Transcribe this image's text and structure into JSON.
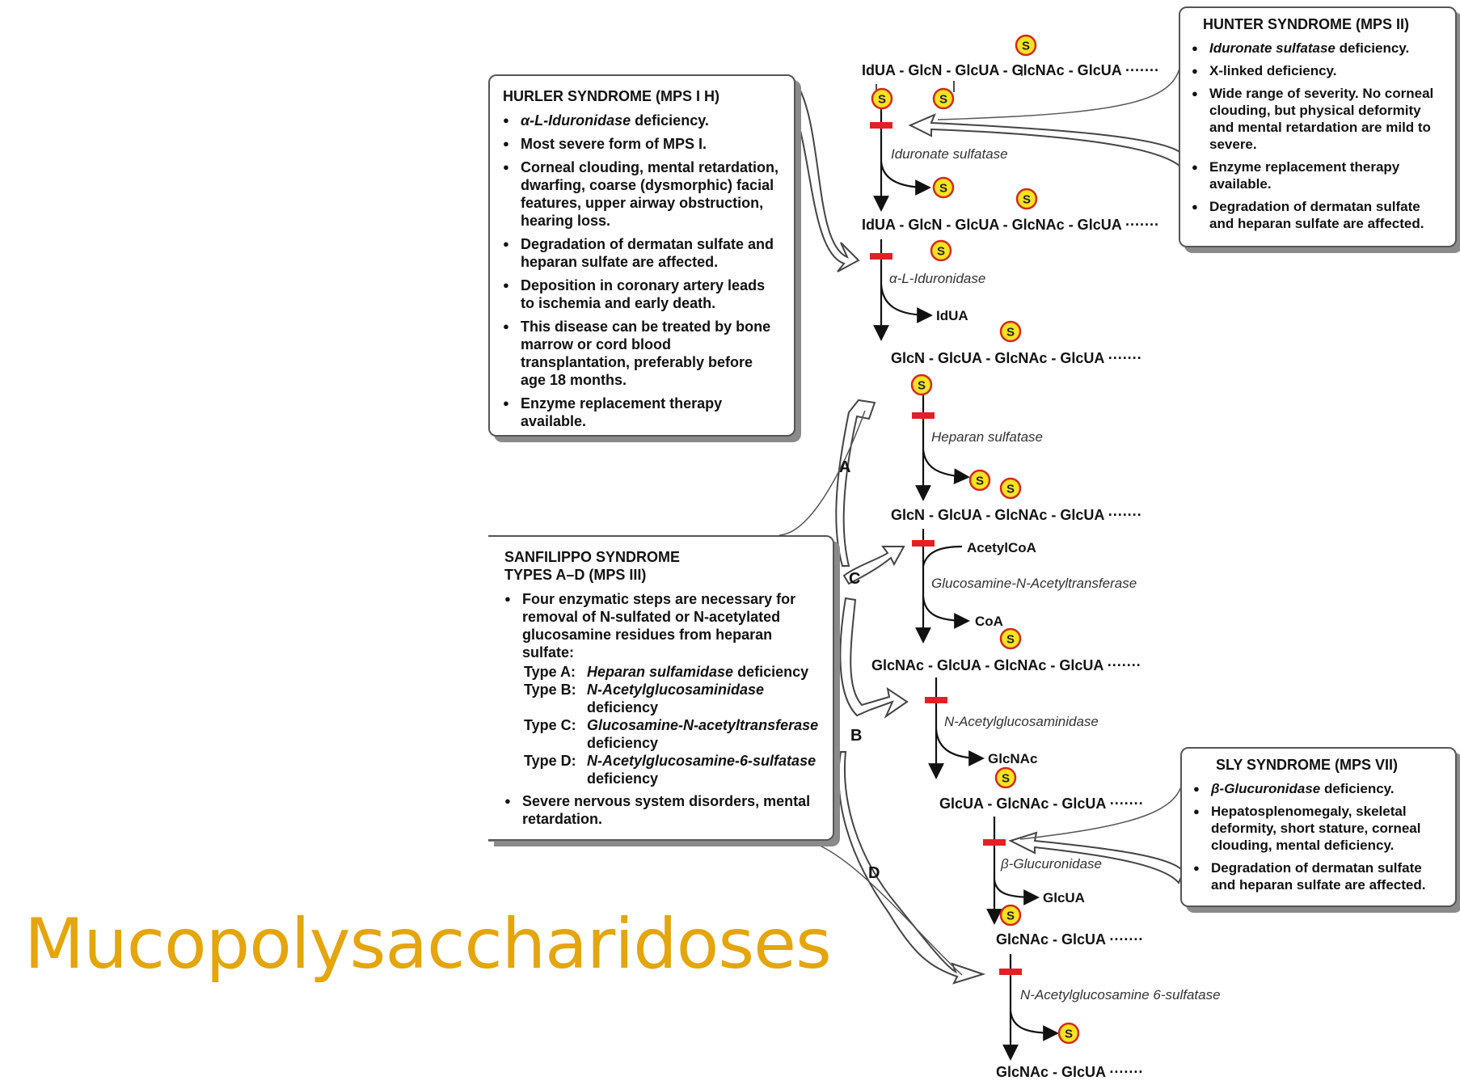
{
  "title": "Mucopolysaccharidoses",
  "colors": {
    "title": "#e4a50d",
    "block": "#e32026",
    "sulfate_fill": "#f7e321",
    "sulfate_ring": "#d42a1a"
  },
  "pathway": {
    "chains": [
      "IdUA - GlcN - GlcUA - GlcNAc - GlcUA ·······",
      "IdUA - GlcN - GlcUA - GlcNAc - GlcUA ·······",
      "GlcN - GlcUA - GlcNAc - GlcUA ·······",
      "GlcN - GlcUA - GlcNAc - GlcUA ·······",
      "GlcNAc - GlcUA - GlcNAc - GlcUA ·······",
      "GlcUA - GlcNAc - GlcUA ·······",
      "GlcNAc - GlcUA ·······",
      "GlcNAc - GlcUA ·······"
    ],
    "enzymes": [
      "Iduronate sulfatase",
      "α-L-Iduronidase",
      "Heparan sulfatase",
      "Glucosamine-N-Acetyltransferase",
      "N-Acetylglucosaminidase",
      "β-Glucuronidase",
      "N-Acetylglucosamine 6-sulfatase"
    ],
    "products": [
      "IdUA",
      "AcetylCoA",
      "CoA",
      "GlcNAc",
      "GlcUA"
    ],
    "sulfate_label": "S",
    "sanfilippo_letters": [
      "A",
      "C",
      "B",
      "D"
    ]
  },
  "hurler": {
    "title": "HURLER SYNDROME (MPS I H)",
    "b1_enzyme": "α-L-Iduronidase",
    "b1_rest": " deficiency.",
    "b2": "Most severe form of MPS I.",
    "b3": "Corneal clouding, mental retardation, dwarfing, coarse (dysmorphic) facial features, upper airway obstruction, hearing loss.",
    "b4": "Degradation of dermatan sulfate and heparan sulfate are affected.",
    "b5": "Deposition in coronary artery leads to ischemia and early death.",
    "b6": "This disease can be treated by bone marrow or cord blood transplantation, preferably before age 18 months.",
    "b7": "Enzyme replacement therapy available."
  },
  "hunter": {
    "title": "HUNTER SYNDROME (MPS II)",
    "b1_enzyme": "Iduronate sulfatase",
    "b1_rest": " deficiency.",
    "b2": "X-linked deficiency.",
    "b3": "Wide range of severity. No corneal clouding, but physical deformity and mental retardation are mild to severe.",
    "b4": "Enzyme replacement therapy available.",
    "b5": "Degradation of dermatan sulfate and heparan sulfate are affected."
  },
  "sanfilippo": {
    "title_line1": "SANFILIPPO SYNDROME",
    "title_line2": "TYPES A–D (MPS III)",
    "b1": "Four enzymatic steps are necessary for removal of N-sulfated or N-acetylated glucosamine residues from heparan sulfate:",
    "types": [
      {
        "label": "Type A:",
        "enzyme": "Heparan sulfamidase",
        "rest": " deficiency"
      },
      {
        "label": "Type B:",
        "enzyme": "N-Acetylglucosaminidase",
        "rest": "deficiency"
      },
      {
        "label": "Type C:",
        "enzyme": "Glucosamine-N-acetyltransferase",
        "rest": "deficiency"
      },
      {
        "label": "Type D:",
        "enzyme": "N-Acetylglucosamine-6-sulfatase",
        "rest": "deficiency"
      }
    ],
    "b2": "Severe nervous system disorders, mental retardation."
  },
  "sly": {
    "title": "SLY SYNDROME (MPS VII)",
    "b1_enzyme": "β-Glucuronidase",
    "b1_rest": " deficiency.",
    "b2": "Hepatosplenomegaly, skeletal deformity, short stature, corneal clouding, mental deficiency.",
    "b3": "Degradation of dermatan sulfate and heparan sulfate are affected."
  }
}
